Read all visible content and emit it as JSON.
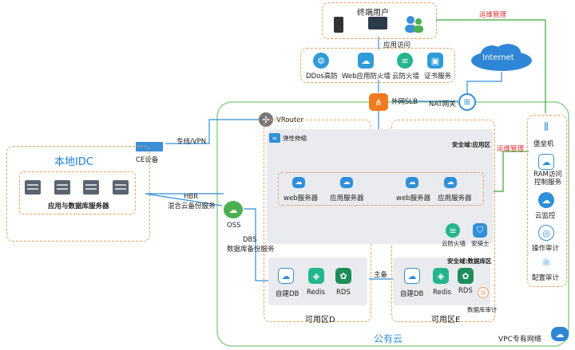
{
  "end_users": {
    "title": "终端用户"
  },
  "app_access": "应用访问",
  "ops_mgmt_top": "运维管理",
  "ops_mgmt_side": "运维管理",
  "internet": "Internet",
  "security_services": [
    {
      "label": "DDos高防",
      "icon": "gear-shield-icon"
    },
    {
      "label": "Web应用防火墙",
      "icon": "cloud-waf-icon"
    },
    {
      "label": "云防火墙",
      "icon": "firewall-icon"
    },
    {
      "label": "证书服务",
      "icon": "certificate-icon"
    }
  ],
  "slb": "外网SLB",
  "nat": "NAT网关",
  "vrouter": "VRouter",
  "dedicated_line": "专线/VPN",
  "ce_device": "CE设备",
  "local_idc": {
    "title": "本地IDC",
    "servers_label": "应用与数据库服务器"
  },
  "hbr": {
    "line1": "HBR",
    "line2": "混合云备份服务"
  },
  "oss": "OSS",
  "dbs": {
    "line1": "DBS",
    "line2": "数据库备份服务"
  },
  "elastic_scaling": "弹性伸缩",
  "app_zone_label": "安全域:应用区",
  "db_zone_label": "安全域:数据库区",
  "web_servers": [
    "web服务器",
    "应用服务器",
    "web服务器",
    "应用服务器"
  ],
  "cloud_firewall": "云防火墙",
  "security_guard": "安骑士",
  "master_backup": "主备",
  "databases_d": [
    "自建DB",
    "Redis",
    "RDS"
  ],
  "databases_e": [
    "自建DB",
    "Redis",
    "RDS"
  ],
  "db_audit": "数据库审计",
  "zone_d": "可用区D",
  "zone_e": "可用区E",
  "public_cloud": "公有云",
  "vpc": "VPC专有网络",
  "ops_tools": [
    "堡垒机",
    "RAM访问控制服务",
    "云监控",
    "操作审计",
    "配置审计"
  ],
  "colors": {
    "accent_blue": "#2f8fd8",
    "orange_dash": "#f0a060",
    "green_line": "#3aa63a",
    "ops_red": "#e03030"
  }
}
